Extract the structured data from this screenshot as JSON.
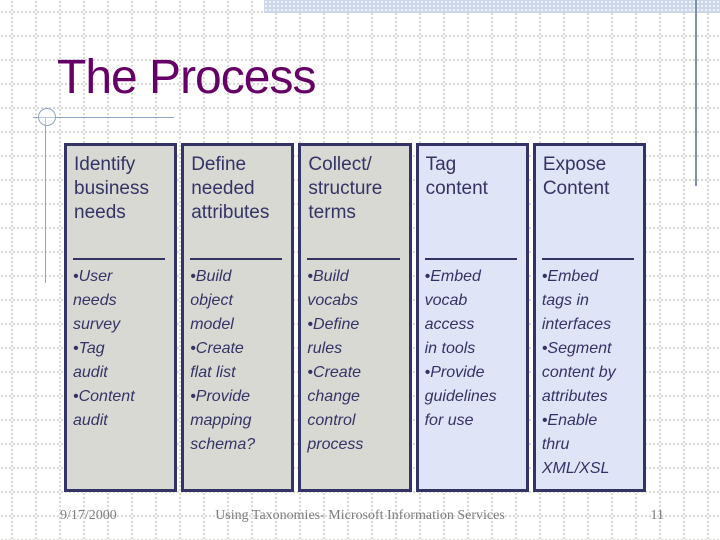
{
  "slide": {
    "title": "The Process"
  },
  "columns": [
    {
      "variant": "gray",
      "header": "Identify business needs",
      "bullets": [
        "User\nneeds\nsurvey",
        "Tag\naudit",
        "Content\naudit"
      ]
    },
    {
      "variant": "gray",
      "header": "Define needed attributes",
      "bullets": [
        "Build\nobject\nmodel",
        "Create\nflat list",
        "Provide\nmapping\nschema?"
      ]
    },
    {
      "variant": "gray",
      "header": "Collect/ structure terms",
      "bullets": [
        "Build\nvocabs",
        "Define\nrules",
        "Create\nchange\ncontrol\nprocess"
      ]
    },
    {
      "variant": "blue",
      "header": "Tag content",
      "bullets": [
        "Embed\nvocab\naccess\nin tools",
        "Provide\nguidelines\nfor use"
      ]
    },
    {
      "variant": "blue",
      "header": "Expose Content",
      "bullets": [
        "Embed\ntags in\ninterfaces",
        "Segment\ncontent by\nattributes",
        "Enable\nthru\nXML/XSL"
      ]
    }
  ],
  "footer": {
    "date": "9/17/2000",
    "center": "Using Taxonomies- Microsoft Information Services",
    "page": "11"
  },
  "colors": {
    "title": "#660066",
    "table_border_text": "#333366",
    "gray_column_bg": "#d9d9d4",
    "blue_column_bg": "#dfe4f6",
    "top_band": "#ccd7ec",
    "accent_line": "#90a4c6",
    "footer_text": "#7d7d7d"
  },
  "bullet_char": "•"
}
